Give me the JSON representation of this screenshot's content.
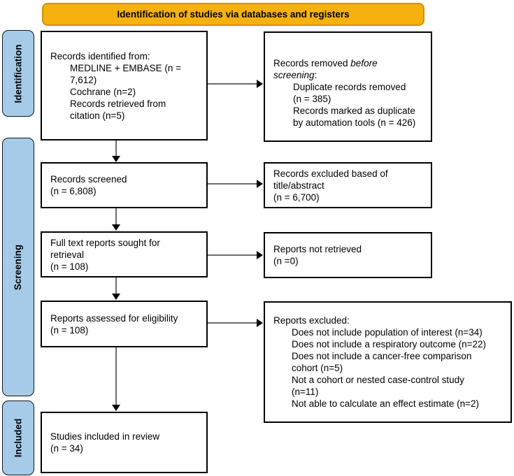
{
  "header": {
    "title": "Identification of studies via databases and registers"
  },
  "sidebar": {
    "items": [
      {
        "id": "identification",
        "label": "Identification"
      },
      {
        "id": "screening",
        "label": "Screening"
      },
      {
        "id": "included",
        "label": "Included"
      }
    ]
  },
  "flow": {
    "identified": {
      "title": "Records identified from:",
      "items": [
        "MEDLINE + EMBASE (n =\n7,612)",
        "Cochrane (n=2)",
        "Records retrieved from\ncitation (n=5)"
      ]
    },
    "removed": {
      "title_prefix": "Records removed ",
      "title_italic": "before screening",
      "title_suffix": ":",
      "items": [
        "Duplicate records removed\n(n = 385)",
        "Records marked as duplicate\nby automation tools (n = 426)"
      ]
    },
    "screened": {
      "text": "Records screened\n(n = 6,808)"
    },
    "excluded_title_abstract": {
      "text": "Records excluded based of\ntitle/abstract\n(n = 6,700)"
    },
    "fulltext_sought": {
      "text": "Full text reports sought for\nretrieval\n(n = 108)"
    },
    "not_retrieved": {
      "text": "Reports not retrieved\n(n =0)"
    },
    "assessed": {
      "text": "Reports assessed for eligibility\n(n = 108)"
    },
    "reports_excluded": {
      "title": "Reports excluded:",
      "items": [
        "Does not include population of interest (n=34)",
        "Does not include a respiratory outcome (n=22)",
        "Does not include a cancer-free comparison\ncohort (n=5)",
        "Not a cohort or nested case-control study\n(n=11)",
        "Not able to calculate an effect estimate (n=2)"
      ]
    },
    "included_review": {
      "text": "Studies included in review\n(n = 34)"
    }
  },
  "colors": {
    "banner_fill": "#F6B10E",
    "banner_border": "#D29403",
    "stage_fill": "#A6CBE9",
    "box_border": "#000000",
    "arrow_line": "#6E6E6E",
    "arrow_head": "#000000"
  }
}
